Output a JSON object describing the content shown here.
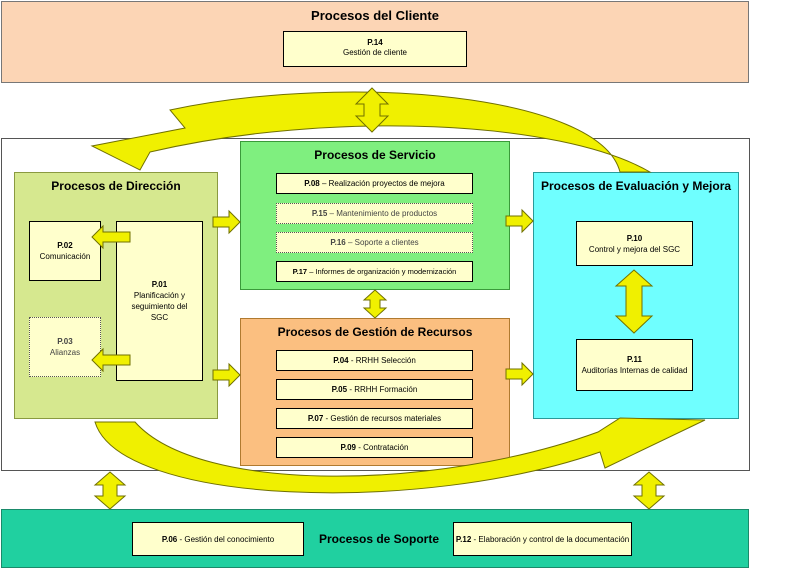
{
  "colors": {
    "cliente_bg": "#fcd5b5",
    "servicio_bg": "#7fef7f",
    "direccion_bg": "#d6e88f",
    "evaluacion_bg": "#6fffff",
    "recursos_bg": "#fbbf80",
    "soporte_bg": "#20d0a0",
    "box_bg": "#ffffcc",
    "arrow": "#f0f000"
  },
  "cliente": {
    "title": "Procesos del Cliente",
    "p14_code": "P.14",
    "p14_label": "Gestión de cliente"
  },
  "servicio": {
    "title": "Procesos de Servicio",
    "p08_code": "P.08",
    "p08_label": " – Realización proyectos de mejora",
    "p15_code": "P.15",
    "p15_label": " – Mantenimiento de productos",
    "p16_code": "P.16",
    "p16_label": " – Soporte a clientes",
    "p17_code": "P.17",
    "p17_label": " – Informes de organización y modernización"
  },
  "direccion": {
    "title": "Procesos de Dirección",
    "p02_code": "P.02",
    "p02_label": "Comunicación",
    "p03_code": "P.03",
    "p03_label": "Alianzas",
    "p01_code": "P.01",
    "p01_label": "Planificación y seguimiento del SGC"
  },
  "evaluacion": {
    "title": "Procesos de Evaluación y Mejora",
    "p10_code": "P.10",
    "p10_label": "Control y mejora del SGC",
    "p11_code": "P.11",
    "p11_label": "Auditorías Internas de calidad"
  },
  "recursos": {
    "title": "Procesos de Gestión de Recursos",
    "p04_code": "P.04",
    "p04_label": " - RRHH Selección",
    "p05_code": "P.05",
    "p05_label": " - RRHH Formación",
    "p07_code": "P.07",
    "p07_label": " - Gestión de recursos materiales",
    "p09_code": "P.09",
    "p09_label": " - Contratación"
  },
  "soporte": {
    "title": "Procesos de Soporte",
    "p06_code": "P.06",
    "p06_label": " - Gestión del conocimiento",
    "p12_code": "P.12",
    "p12_label": " - Elaboración y control de la documentación"
  }
}
